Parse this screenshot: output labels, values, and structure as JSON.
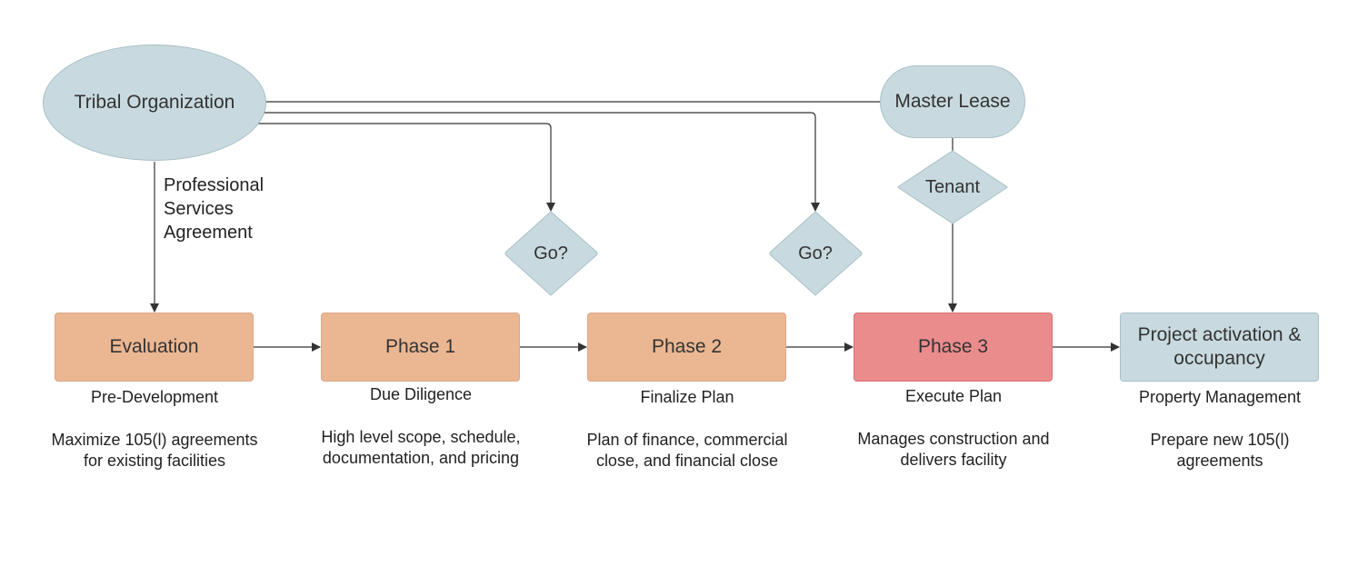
{
  "nodes": {
    "tribal_organization": "Tribal Organization",
    "master_lease": "Master Lease",
    "tenant": "Tenant",
    "go_1": "Go?",
    "go_2": "Go?",
    "psa_label": "Professional Services Agreement"
  },
  "phases": [
    {
      "label": "Evaluation",
      "subtitle": "Pre-Development",
      "description": "Maximize 105(l) agreements for existing facilities"
    },
    {
      "label": "Phase 1",
      "subtitle": "Due Diligence",
      "description": "High level scope, schedule, documentation, and pricing"
    },
    {
      "label": "Phase 2",
      "subtitle": "Finalize Plan",
      "description": "Plan of finance, commercial close, and financial close"
    },
    {
      "label": "Phase 3",
      "subtitle": "Execute Plan",
      "description": "Manages construction and delivers facility"
    },
    {
      "label": "Project activation & occupancy",
      "subtitle": "Property Management",
      "description": "Prepare new 105(l) agreements"
    }
  ],
  "colors": {
    "shape_blue": "#c8dadf",
    "phase_orange": "#ebb792",
    "phase_red": "#eb8c8c",
    "line": "#333333"
  }
}
